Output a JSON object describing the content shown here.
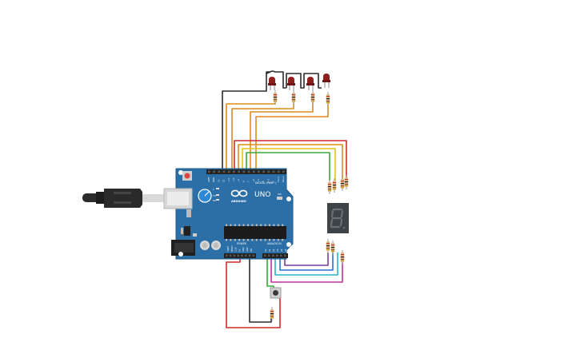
{
  "board": {
    "brand": "ARDUINO",
    "model": "UNO",
    "digital_label": "DIGITAL (PWM~)",
    "power_label": "POWER",
    "analog_label": "ANALOG IN",
    "aref_label": "AREF",
    "gnd_label": "GND",
    "l_label": "L",
    "tx_label": "TX",
    "rx_label": "RX",
    "on_label": "ON",
    "ioref_label": "IOREF",
    "reset_label": "RESET",
    "v33_label": "3.3V",
    "v5_label": "5V",
    "vin_label": "VIN",
    "digital_pins": [
      "13",
      "12",
      "~11",
      "~10",
      "~9",
      "8",
      "7",
      "~6",
      "~5",
      "4",
      "~3",
      "2",
      "TX→1",
      "RX←0"
    ],
    "analog_pins": [
      "A0",
      "A1",
      "A2",
      "A3",
      "A4",
      "A5"
    ]
  },
  "seven_segment": {
    "digit": "8"
  },
  "colors": {
    "board": "#2c6fa6",
    "board_edge": "#1f5a88",
    "wire_black": "#2b2b2b",
    "wire_orange": "#e08a18",
    "wire_red": "#cc2b2b",
    "wire_yellow": "#e4c21a",
    "wire_green": "#3aa93a",
    "wire_purple": "#7a3a9c",
    "wire_blue": "#2c6fd0",
    "wire_cyan": "#28b2c8",
    "wire_magenta": "#c0309a",
    "led": "#8e1f1f",
    "display_body": "#3d4347",
    "display_segment": "#6b6f72"
  },
  "icons": {
    "usb_cable": "usb-cable-icon",
    "led": "led-icon",
    "resistor": "resistor-icon",
    "pushbutton": "pushbutton-icon",
    "seven_segment": "seven-segment-icon"
  }
}
